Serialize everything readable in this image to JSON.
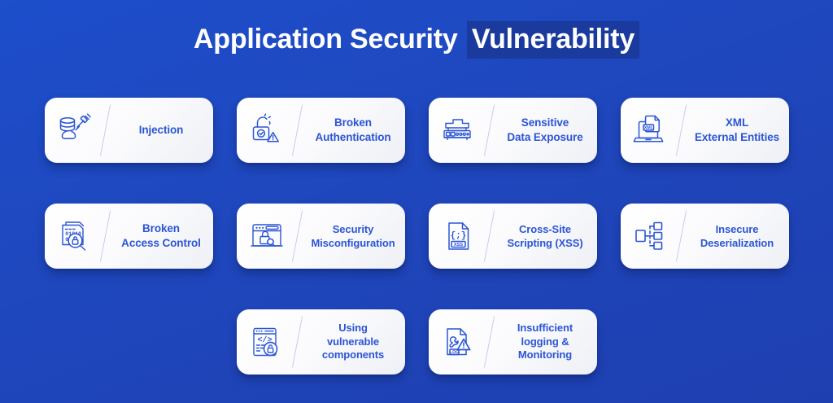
{
  "title": {
    "plain_text": "Application Security ",
    "highlight_text": "Vulnerability",
    "full_text": "Application Security Vulnerability",
    "highlight_color": "#1a3a9e",
    "text_color": "#ffffff"
  },
  "theme": {
    "background_color": "#1d4ecb",
    "card_background": "#ffffff",
    "accent_text_color": "#2b55d4",
    "divider_color": "#c4cfe8"
  },
  "diagram_data": {
    "type": "grid-list",
    "item_count": 10,
    "columns": 4,
    "rows": [
      {
        "cards": [
          {
            "label": "Injection",
            "icon": "database-syringe-icon",
            "lines": [
              "Injection"
            ]
          },
          {
            "label": "Broken Authentication",
            "icon": "broken-padlock-warning-icon",
            "lines": [
              "Broken",
              "Authentication"
            ]
          },
          {
            "label": "Sensitive Data Exposure",
            "icon": "server-rack-icon",
            "lines": [
              "Sensitive",
              "Data Exposure"
            ]
          },
          {
            "label": "XML External Entities",
            "icon": "laptop-xml-document-icon",
            "lines": [
              "XML",
              "External Entities"
            ]
          }
        ]
      },
      {
        "cards": [
          {
            "label": "Broken Access Control",
            "icon": "document-binary-magnifier-lock-icon",
            "lines": [
              "Broken",
              "Access Control"
            ]
          },
          {
            "label": "Security Misconfiguration",
            "icon": "browser-window-lock-icon",
            "lines": [
              "Security",
              "Misconfiguration"
            ]
          },
          {
            "label": "Cross-Site Scripting (XSS)",
            "icon": "xss-code-document-icon",
            "lines": [
              "Cross-Site",
              "Scripting  (XSS)"
            ]
          },
          {
            "label": "Insecure Deserialization",
            "icon": "hierarchy-tree-icon",
            "lines": [
              "Insecure",
              "Deserialization"
            ]
          }
        ]
      },
      {
        "cards": [
          {
            "label": "Using vulnerable components",
            "icon": "browser-code-unlocked-padlock-icon",
            "lines": [
              "Using",
              "vulnerable",
              "components"
            ]
          },
          {
            "label": "Insufficient logging & Monitoring",
            "icon": "log-document-wrench-warning-icon",
            "lines": [
              "Insufficient",
              "logging &",
              "Monitoring"
            ]
          }
        ]
      }
    ]
  },
  "cards": {
    "injection": {
      "line1": "Injection"
    },
    "broken_authentication": {
      "line1": "Broken",
      "line2": "Authentication"
    },
    "sensitive_data_exposure": {
      "line1": "Sensitive",
      "line2": "Data Exposure"
    },
    "xml_external_entities": {
      "line1": "XML",
      "line2": "External Entities"
    },
    "broken_access_control": {
      "line1": "Broken",
      "line2": "Access Control"
    },
    "security_misconfiguration": {
      "line1": "Security",
      "line2": "Misconfiguration"
    },
    "cross_site_scripting": {
      "line1": "Cross-Site",
      "line2": "Scripting  (XSS)"
    },
    "insecure_deserialization": {
      "line1": "Insecure",
      "line2": "Deserialization"
    },
    "using_vulnerable_components": {
      "line1": "Using",
      "line2": "vulnerable",
      "line3": "components"
    },
    "insufficient_logging_monitoring": {
      "line1": "Insufficient",
      "line2": "logging &",
      "line3": "Monitoring"
    }
  },
  "icon_labels": {
    "xml": "XML",
    "xss": "XSS",
    "log": "LOG",
    "code_brackets": "</>",
    "code_braces": "{;}"
  }
}
